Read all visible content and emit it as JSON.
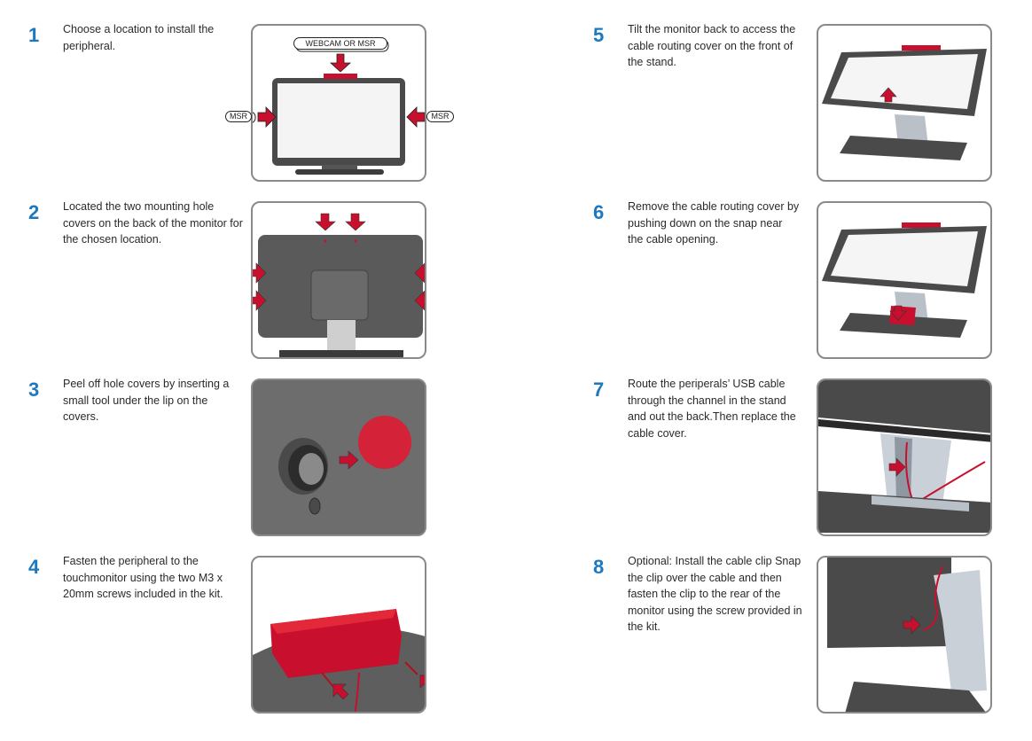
{
  "steps": [
    {
      "number": "1",
      "text": "Choose a location to install the peripheral."
    },
    {
      "number": "2",
      "text": "Located the two mounting hole covers on the back of the monitor for the chosen location."
    },
    {
      "number": "3",
      "text": "Peel off hole covers by inserting a small tool under the lip on the covers."
    },
    {
      "number": "4",
      "text": "Fasten the peripheral to the touchmonitor using the two M3 x 20mm screws included in the kit."
    },
    {
      "number": "5",
      "text": "Tilt the monitor back to access the cable routing cover on the front of the stand."
    },
    {
      "number": "6",
      "text": "Remove the cable routing cover by pushing down on the snap near the cable opening."
    },
    {
      "number": "7",
      "text": "Route the periperals’ USB cable through the channel in the stand and out the back.Then replace the cable cover."
    },
    {
      "number": "8",
      "text": "Optional: Install the cable clip Snap the clip over the cable and then fasten the clip to the rear of the monitor using the screw provided in the kit."
    }
  ],
  "figure1": {
    "top_label": "WEBCAM OR MSR",
    "left_label": "MSR",
    "right_label": "MSR"
  },
  "colors": {
    "accent": "#c8102e",
    "number": "#1c79bf",
    "panel_border": "#8a8a8a",
    "monitor": "#4a4a4a"
  }
}
